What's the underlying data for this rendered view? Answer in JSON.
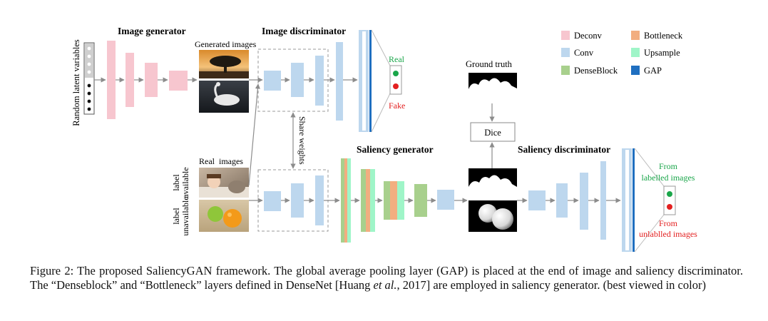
{
  "colors": {
    "deconv": "#f7c6cf",
    "bottleneck": "#f2ae80",
    "conv": "#bdd7ee",
    "upsample": "#9ff5c8",
    "denseblock": "#a8d08d",
    "gap": "#1f6fc0",
    "real_green": "#1aa64a",
    "fake_red": "#e32020",
    "arrow": "#8c8c8c"
  },
  "labels": {
    "image_generator": "Image generator",
    "image_discriminator": "Image discriminator",
    "saliency_generator": "Saliency generator",
    "saliency_discriminator": "Saliency discriminator",
    "generated_images": "Generated images",
    "real_images": "Real  images",
    "random_latent": "Random latent  variables",
    "ground_truth": "Ground truth",
    "dice": "Dice",
    "share_weights": "Share weights",
    "real": "Real",
    "fake": "Fake",
    "label_available": "label\navailable",
    "label_unavailable": "label\nunavailable",
    "from_labelled": "From\nlabelled images",
    "from_unlabelled": "From\nunlablled images"
  },
  "legend": [
    {
      "label": "Deconv",
      "key": "deconv"
    },
    {
      "label": "Bottleneck",
      "key": "bottleneck"
    },
    {
      "label": "Conv",
      "key": "conv"
    },
    {
      "label": "Upsample",
      "key": "upsample"
    },
    {
      "label": "DenseBlock",
      "key": "denseblock"
    },
    {
      "label": "GAP",
      "key": "gap"
    }
  ],
  "caption": {
    "part1": "Figure 2: The proposed SaliencyGAN framework.  The global average pooling layer (GAP) is placed at the end of image and saliency discriminator. The “Denseblock” and “Bottleneck” layers defined in DenseNet [Huang ",
    "part2": "et al.",
    "part3": ", 2017] are employed in saliency generator. (best viewed in color)"
  }
}
